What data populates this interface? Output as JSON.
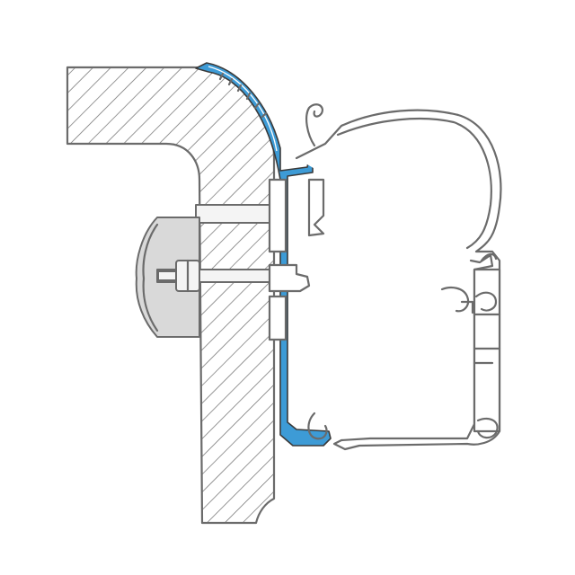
{
  "diagram": {
    "colors": {
      "background": "#ffffff",
      "outline": "#6b6b6b",
      "adapter": "#3d9bd6",
      "hatch": "#6b6b6b"
    },
    "parts": [
      "vehicle-wall",
      "mounting-bracket",
      "bolt",
      "adapter-rail",
      "awning-case",
      "awning-front-bar"
    ]
  }
}
